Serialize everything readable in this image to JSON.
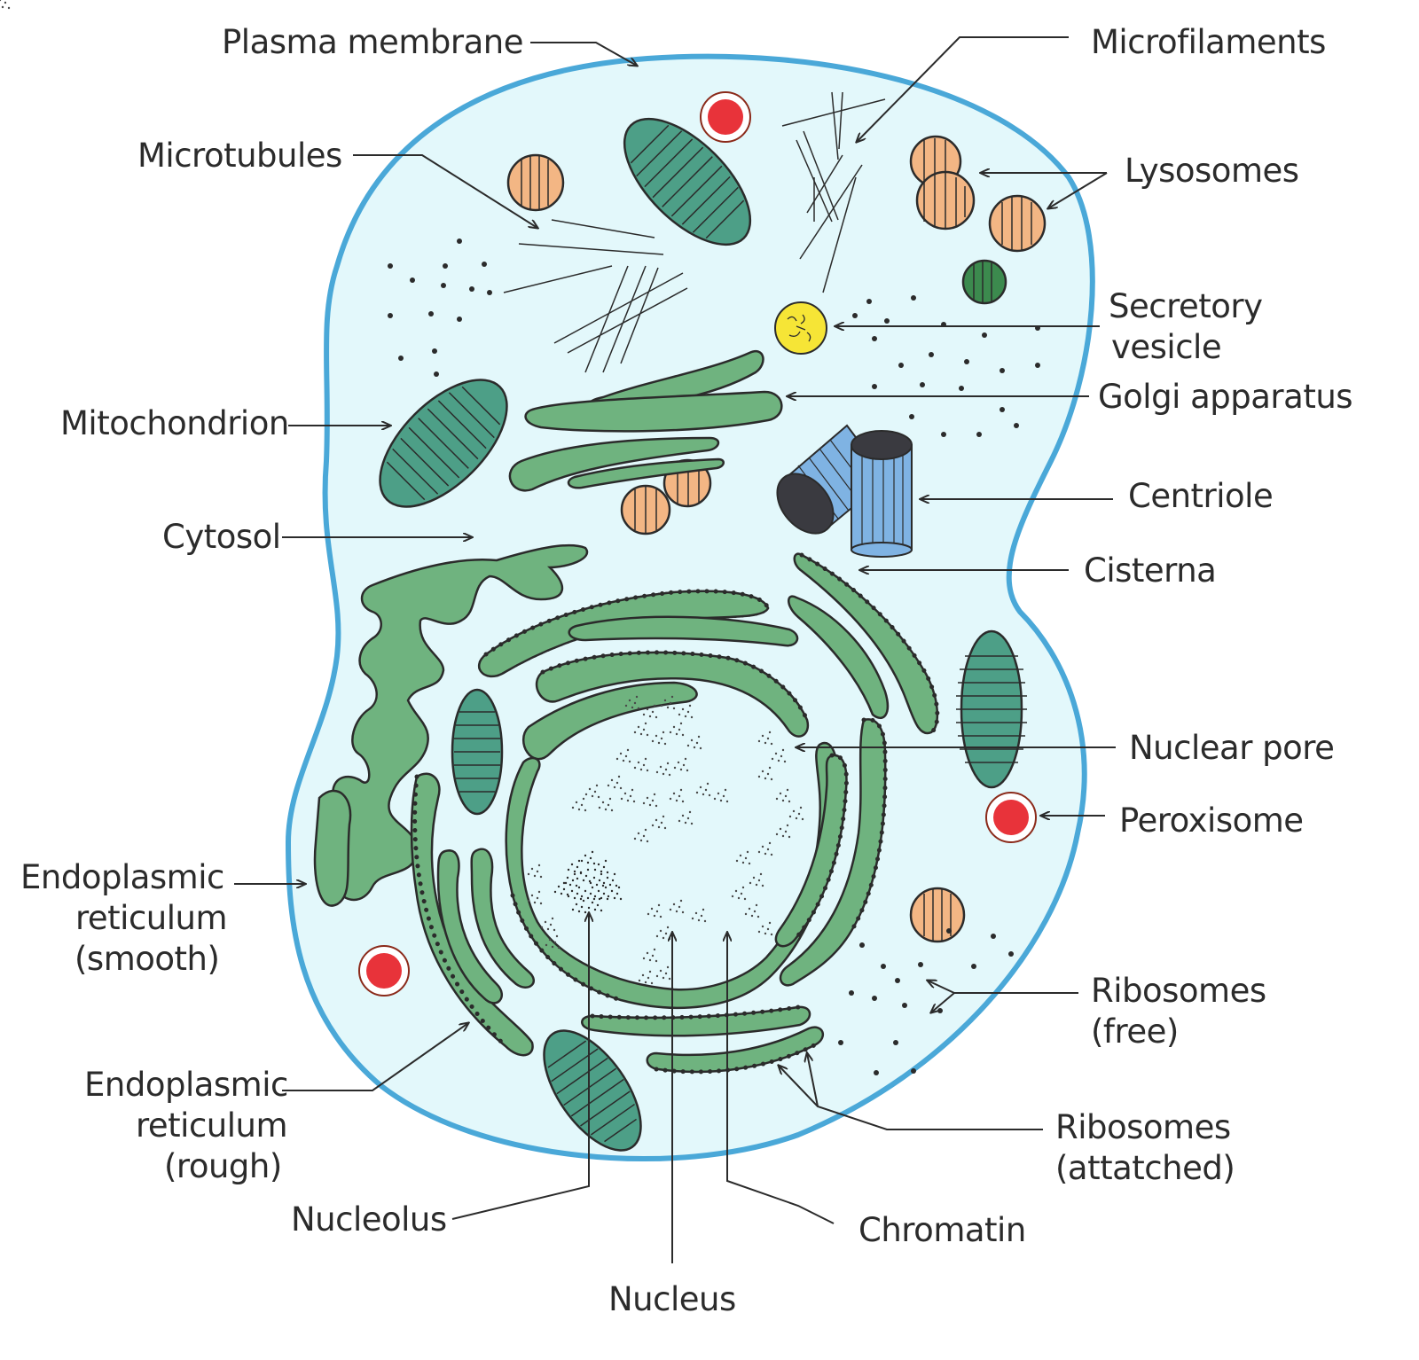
{
  "labels": {
    "plasma_membrane": "Plasma membrane",
    "microfilaments": "Microfilaments",
    "microtubules": "Microtubules",
    "lysosomes": "Lysosomes",
    "secretory_vesicle_1": "Secretory",
    "secretory_vesicle_2": "vesicle",
    "golgi": "Golgi apparatus",
    "mitochondrion": "Mitochondrion",
    "centriole": "Centriole",
    "cytosol": "Cytosol",
    "cisterna": "Cisterna",
    "nuclear_pore": "Nuclear pore",
    "peroxisome": "Peroxisome",
    "er_smooth_1": "Endoplasmic",
    "er_smooth_2": "reticulum",
    "er_smooth_3": "(smooth)",
    "ribosomes_free_1": "Ribosomes",
    "ribosomes_free_2": "(free)",
    "er_rough_1": "Endoplasmic",
    "er_rough_2": "reticulum",
    "er_rough_3": "(rough)",
    "ribosomes_attached_1": "Ribosomes",
    "ribosomes_attached_2": "(attatched)",
    "nucleolus": "Nucleolus",
    "chromatin": "Chromatin",
    "nucleus": "Nucleus"
  },
  "colors": {
    "membrane": "#4aa8d8",
    "cytoplasm": "#e3f8fb",
    "er_green": "#6fb37f",
    "mitochondria": "#4d9f87",
    "lysosome_orange": "#f3b684",
    "peroxisome_red": "#e8333a",
    "vesicle_yellow": "#f6e536",
    "centriole_blue": "#7fb3e3"
  }
}
